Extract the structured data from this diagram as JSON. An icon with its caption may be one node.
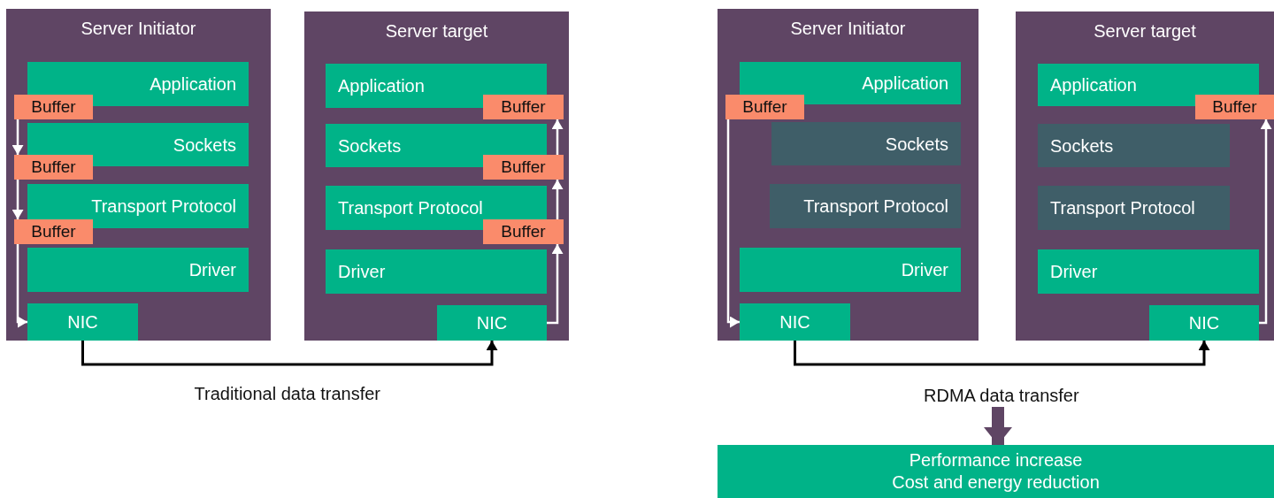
{
  "diagram": {
    "nodes": [
      {
        "text": [
          "Server Initiator"
        ]
      },
      {
        "text": [
          "Application"
        ],
        "in": 0
      },
      {
        "text": [
          "Buffer"
        ],
        "in": 0
      },
      {
        "text": [
          "Sockets"
        ],
        "in": 0
      },
      {
        "text": [
          "Buffer"
        ],
        "in": 0
      },
      {
        "text": [
          "Transport Protocol"
        ],
        "in": 0
      },
      {
        "text": [
          "Buffer"
        ],
        "in": 0
      },
      {
        "text": [
          "Driver"
        ],
        "in": 0
      },
      {
        "text": [
          "NIC"
        ],
        "in": 0
      },
      {
        "text": [
          "Server target"
        ]
      },
      {
        "text": [
          "Application"
        ],
        "in": 9
      },
      {
        "text": [
          "Buffer"
        ],
        "in": 9
      },
      {
        "text": [
          "Sockets"
        ],
        "in": 9
      },
      {
        "text": [
          "Buffer"
        ],
        "in": 9
      },
      {
        "text": [
          "Transport Protocol"
        ],
        "in": 9
      },
      {
        "text": [
          "Buffer"
        ],
        "in": 9
      },
      {
        "text": [
          "Driver"
        ],
        "in": 9
      },
      {
        "text": [
          "NIC"
        ],
        "in": 9
      },
      {
        "text": [
          "Server Initiator"
        ]
      },
      {
        "text": [
          "Application"
        ],
        "in": 18
      },
      {
        "text": [
          "Buffer"
        ],
        "in": 18
      },
      {
        "text": [
          "Sockets"
        ],
        "in": 18
      },
      {
        "text": [
          "Transport Protocol"
        ],
        "in": 18
      },
      {
        "text": [
          "Driver"
        ],
        "in": 18
      },
      {
        "text": [
          "NIC"
        ],
        "in": 18
      },
      {
        "text": [
          "Server target"
        ]
      },
      {
        "text": [
          "Application"
        ],
        "in": 25
      },
      {
        "text": [
          "Buffer"
        ],
        "in": 25
      },
      {
        "text": [
          "Sockets"
        ],
        "in": 25
      },
      {
        "text": [
          "Transport Protocol"
        ],
        "in": 25
      },
      {
        "text": [
          "Driver"
        ],
        "in": 25
      },
      {
        "text": [
          "NIC"
        ],
        "in": 25
      },
      {
        "text": [
          "RDMA data transfer"
        ]
      },
      {
        "text": [
          "Performance increase",
          "Cost and energy reduction"
        ]
      }
    ],
    "edges": [
      {
        "from": 2,
        "to": 4,
        "arrow": "to"
      },
      {
        "from": 4,
        "to": 6,
        "arrow": "to"
      },
      {
        "from": 6,
        "to": 8,
        "arrow": "to"
      },
      {
        "from": 8,
        "to": 17,
        "arrow": "to",
        "label": "Traditional data transfer",
        "color": "#000000"
      },
      {
        "from": 17,
        "to": 15,
        "arrow": "to"
      },
      {
        "from": 15,
        "to": 13,
        "arrow": "to"
      },
      {
        "from": 13,
        "to": 11,
        "arrow": "to"
      },
      {
        "from": 20,
        "to": 24,
        "arrow": "to"
      },
      {
        "from": 24,
        "to": 31,
        "arrow": "to",
        "color": "#000000"
      },
      {
        "from": 31,
        "to": 27,
        "arrow": "to"
      },
      {
        "from": 32,
        "to": 33,
        "arrow": "to",
        "style": "thick",
        "color": "#5f4564"
      }
    ]
  }
}
